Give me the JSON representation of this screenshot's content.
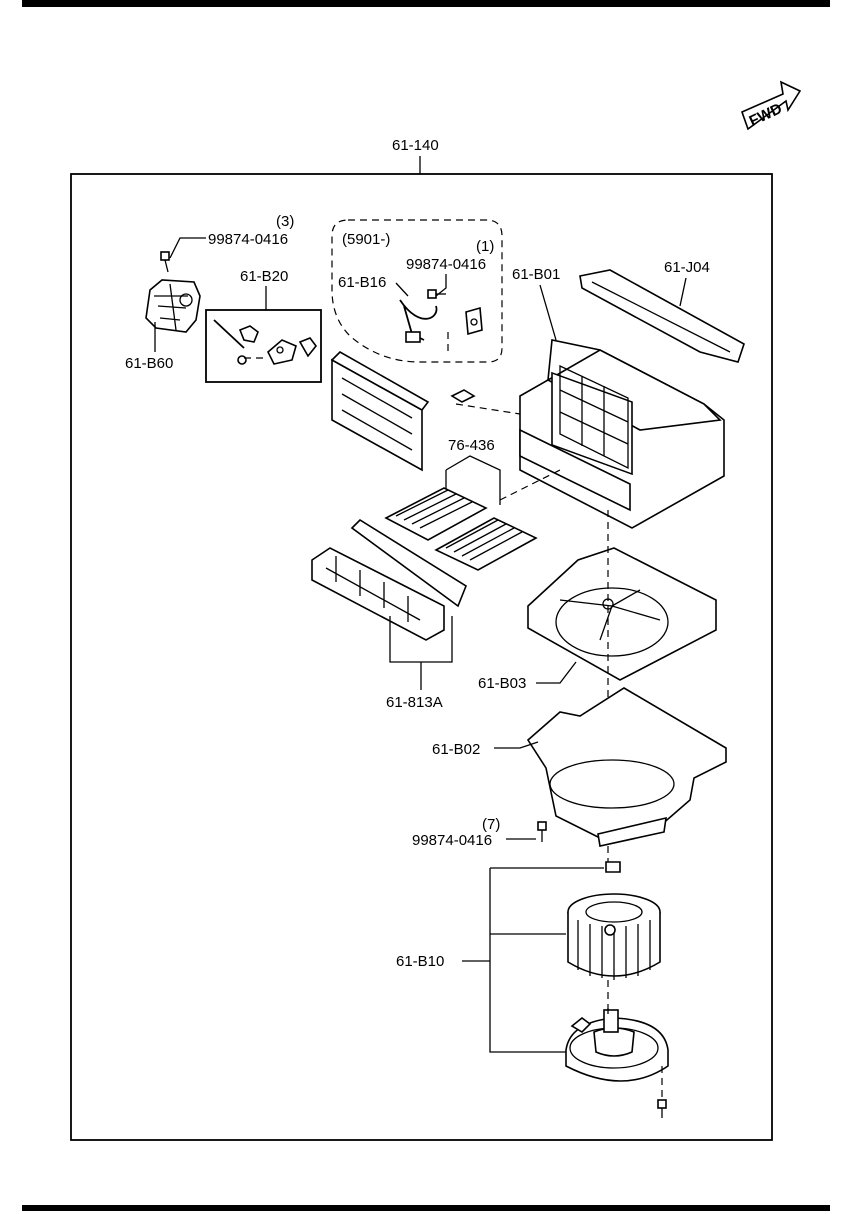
{
  "fwd_badge": "FWD",
  "assembly": {
    "number": "61-140"
  },
  "variant_box": {
    "code": "(5901-)"
  },
  "callouts": {
    "screw_top": {
      "qty": "(3)",
      "part": "99874-0416"
    },
    "screw_variant": {
      "qty": "(1)",
      "part": "99874-0416"
    },
    "screw_housing": {
      "qty": "(7)",
      "part": "99874-0416"
    },
    "link_kit": "61-B20",
    "actuator": "61-B60",
    "harness": "61-B16",
    "upper_case": "61-B01",
    "cover": "61-J04",
    "filter": "76-436",
    "filter_frame": "61-813A",
    "mid_case": "61-B03",
    "lower_case": "61-B02",
    "motor": "61-B10"
  }
}
